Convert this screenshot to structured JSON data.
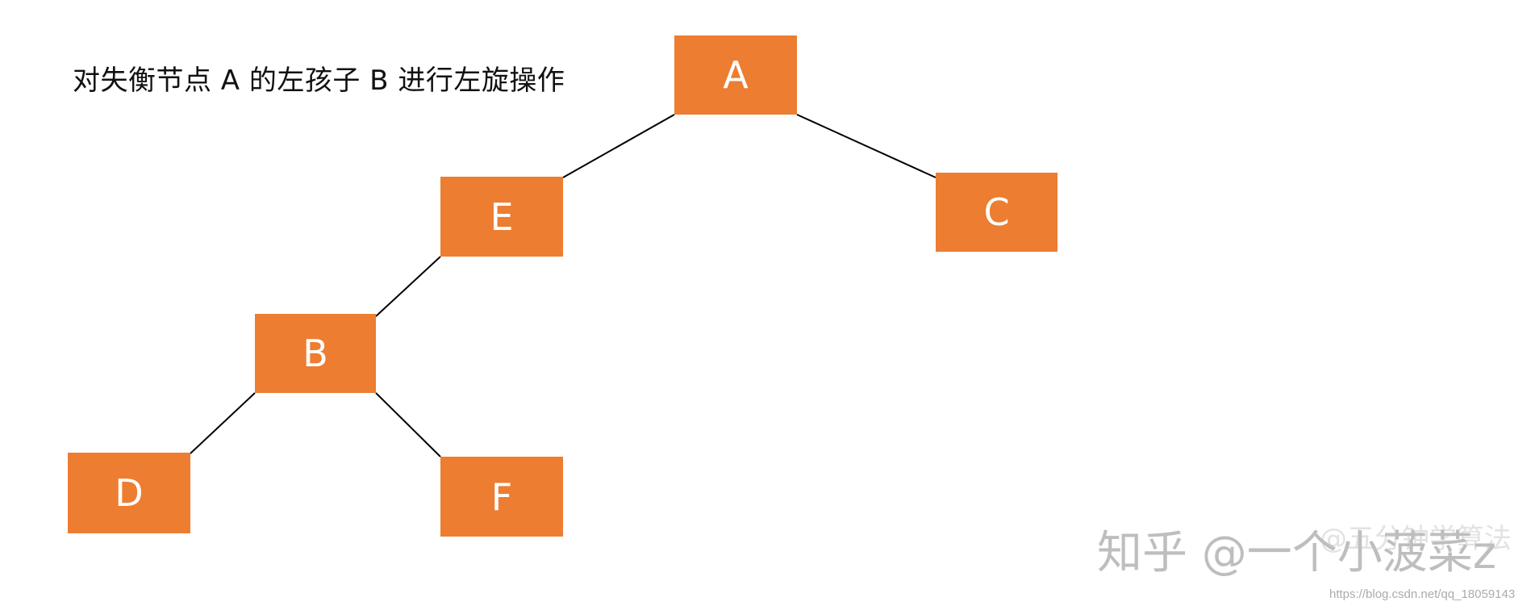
{
  "caption": "对失衡节点 A 的左孩子 B 进行左旋操作",
  "nodes": {
    "a": "A",
    "e": "E",
    "c": "C",
    "b": "B",
    "d": "D",
    "f": "F"
  },
  "edges": [
    [
      "A",
      "E"
    ],
    [
      "A",
      "C"
    ],
    [
      "E",
      "B"
    ],
    [
      "B",
      "D"
    ],
    [
      "B",
      "F"
    ]
  ],
  "colors": {
    "node_fill": "#ED7D31",
    "node_text": "#FFFFFF",
    "edge": "#000000"
  },
  "watermark": {
    "main": "知乎 @一个小菠菜z",
    "overlay": "@五分钟学算法",
    "url": "https://blog.csdn.net/qq_18059143"
  }
}
